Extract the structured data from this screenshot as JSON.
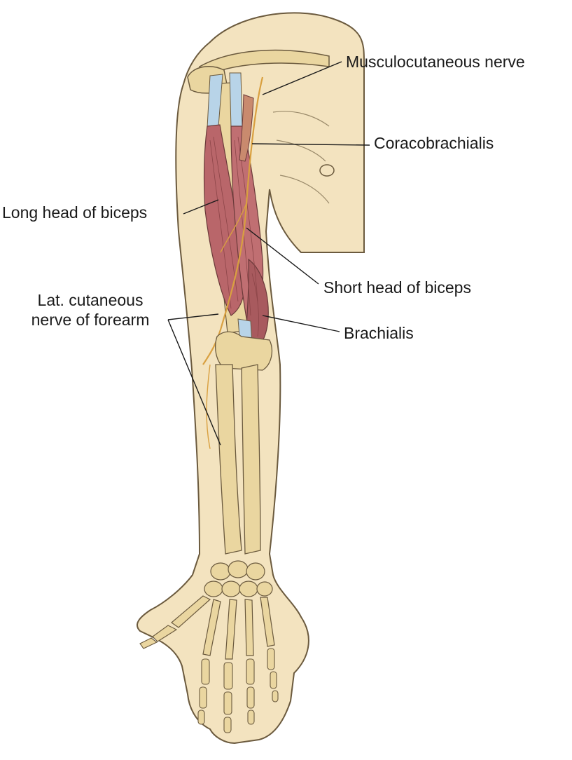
{
  "labels": {
    "musculocutaneous_nerve": "Musculocutaneous nerve",
    "coracobrachialis": "Coracobrachialis",
    "long_head_biceps": "Long head of biceps",
    "short_head_biceps": "Short head of biceps",
    "lat_cutaneous_line1": "Lat. cutaneous",
    "lat_cutaneous_line2": "nerve of forearm",
    "brachialis": "Brachialis"
  },
  "colors": {
    "skin": "#f3e3bf",
    "bone": "#ead6a0",
    "muscle": "#b9666a",
    "tendon": "#b8d4e8",
    "nerve": "#d9a040",
    "outline": "#6b5a3e",
    "leader": "#1a1a1a"
  }
}
